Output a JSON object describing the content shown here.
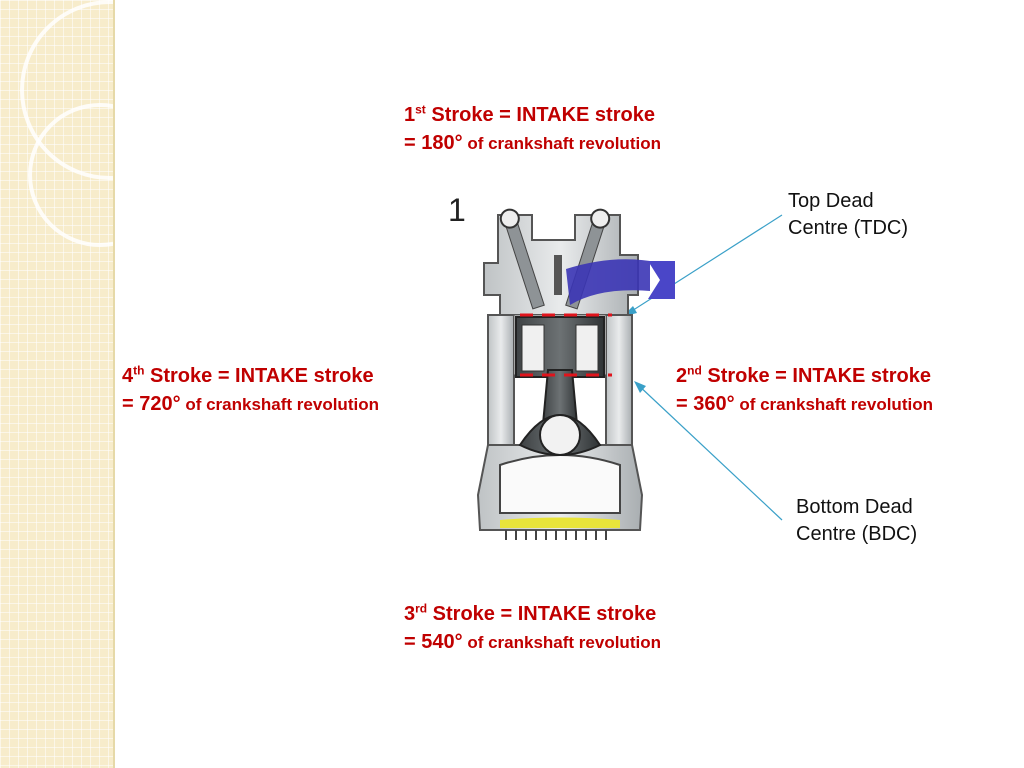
{
  "strokes": [
    {
      "num": "1",
      "suffix": "st",
      "title": " Stroke = INTAKE stroke",
      "line2_prefix": "= 180°",
      "line2_suffix": " of crankshaft revolution"
    },
    {
      "num": "2",
      "suffix": "nd",
      "title": " Stroke = INTAKE stroke",
      "line2_prefix": "= 360°",
      "line2_suffix": " of crankshaft revolution"
    },
    {
      "num": "3",
      "suffix": "rd",
      "title": " Stroke = INTAKE stroke",
      "line2_prefix": "= 540°",
      "line2_suffix": " of crankshaft revolution"
    },
    {
      "num": "4",
      "suffix": "th",
      "title": " Stroke = INTAKE stroke",
      "line2_prefix": "= 720°",
      "line2_suffix": " of crankshaft revolution"
    }
  ],
  "tdc": {
    "line1": "Top Dead",
    "line2": "Centre (TDC)"
  },
  "bdc": {
    "line1": "Bottom Dead",
    "line2": "Centre (BDC)"
  },
  "step_number": "1",
  "colors": {
    "label_red": "#c00000",
    "leader_line": "#3aa0c8",
    "dead_centre_marker": "#e0141c",
    "intake_arrow": "#4a46c8",
    "oil": "#e8e43a",
    "background_band": "#f7eccb"
  }
}
